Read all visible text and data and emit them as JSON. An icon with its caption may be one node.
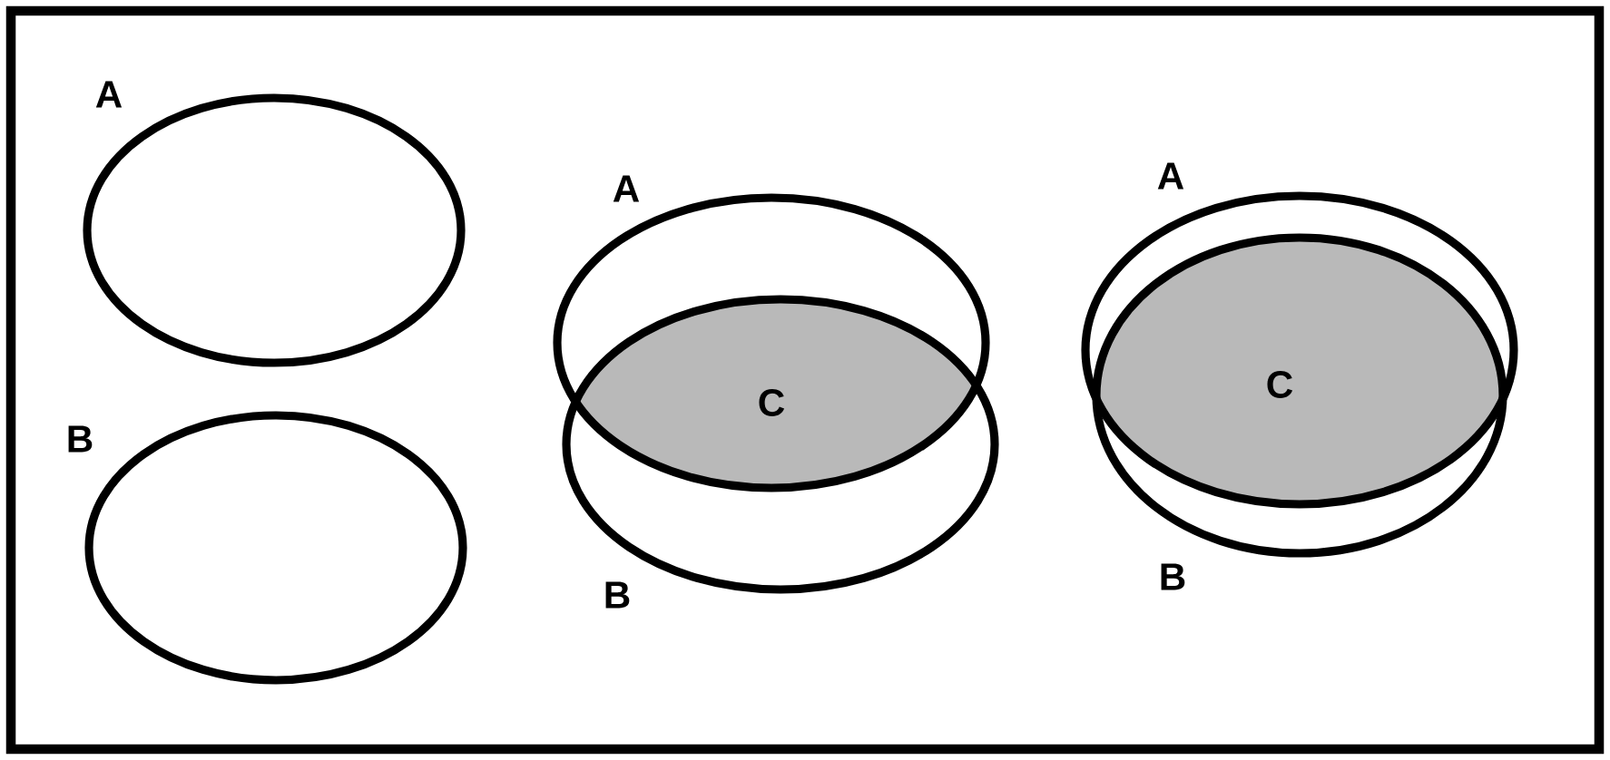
{
  "diagram": {
    "nodes": [
      {
        "text": [],
        "shape": "circle",
        "beside": [
          "A"
        ]
      },
      {
        "text": [],
        "shape": "circle",
        "beside": [
          "B"
        ]
      },
      {
        "text": [],
        "shape": "circle",
        "beside": [
          "A"
        ]
      },
      {
        "text": [],
        "shape": "circle",
        "beside": [
          "B"
        ]
      },
      {
        "text": [
          "C"
        ]
      },
      {
        "text": [],
        "shape": "circle",
        "beside": [
          "A"
        ]
      },
      {
        "text": [],
        "shape": "circle",
        "beside": [
          "B"
        ]
      },
      {
        "text": [
          "C"
        ]
      }
    ]
  }
}
